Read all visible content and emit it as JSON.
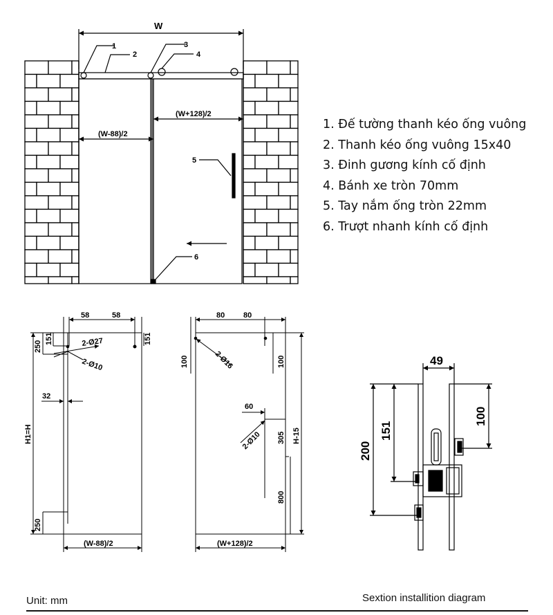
{
  "legend": [
    "1. Đế tường thanh kéo ống vuông",
    "2. Thanh kéo ống vuông 15x40",
    "3. Đinh gương kính cố định",
    "4. Bánh xe tròn 70mm",
    "5. Tay nắm ống tròn 22mm",
    "6. Trượt nhanh kính cố định"
  ],
  "top_view": {
    "width_label": "W",
    "callouts": [
      "1",
      "2",
      "3",
      "4",
      "5",
      "6"
    ],
    "left_panel_label": "(W-88)/2",
    "right_panel_label": "(W+128)/2"
  },
  "left_panel": {
    "dim_58a": "58",
    "dim_58b": "58",
    "dim_250_top": "250",
    "dim_151_left": "151",
    "dim_151_right": "151",
    "hole_27": "2-Ø27",
    "hole_10": "2-Ø10",
    "dim_32": "32",
    "height_label": "H1=H",
    "dim_250_bottom": "250",
    "width_label": "(W-88)/2"
  },
  "right_panel": {
    "dim_80a": "80",
    "dim_80b": "80",
    "dim_100_left": "100",
    "hole_16": "2-Ø16",
    "dim_100_right": "100",
    "dim_60": "60",
    "hole_10": "2-Ø10",
    "dim_305": "305",
    "height_label": "H-15",
    "dim_800": "800",
    "width_label": "(W+128)/2"
  },
  "section": {
    "dim_49": "49",
    "dim_200": "200",
    "dim_151": "151",
    "dim_100": "100"
  },
  "footer": {
    "unit": "Unit: mm",
    "caption": "Sextion installition diagram"
  }
}
